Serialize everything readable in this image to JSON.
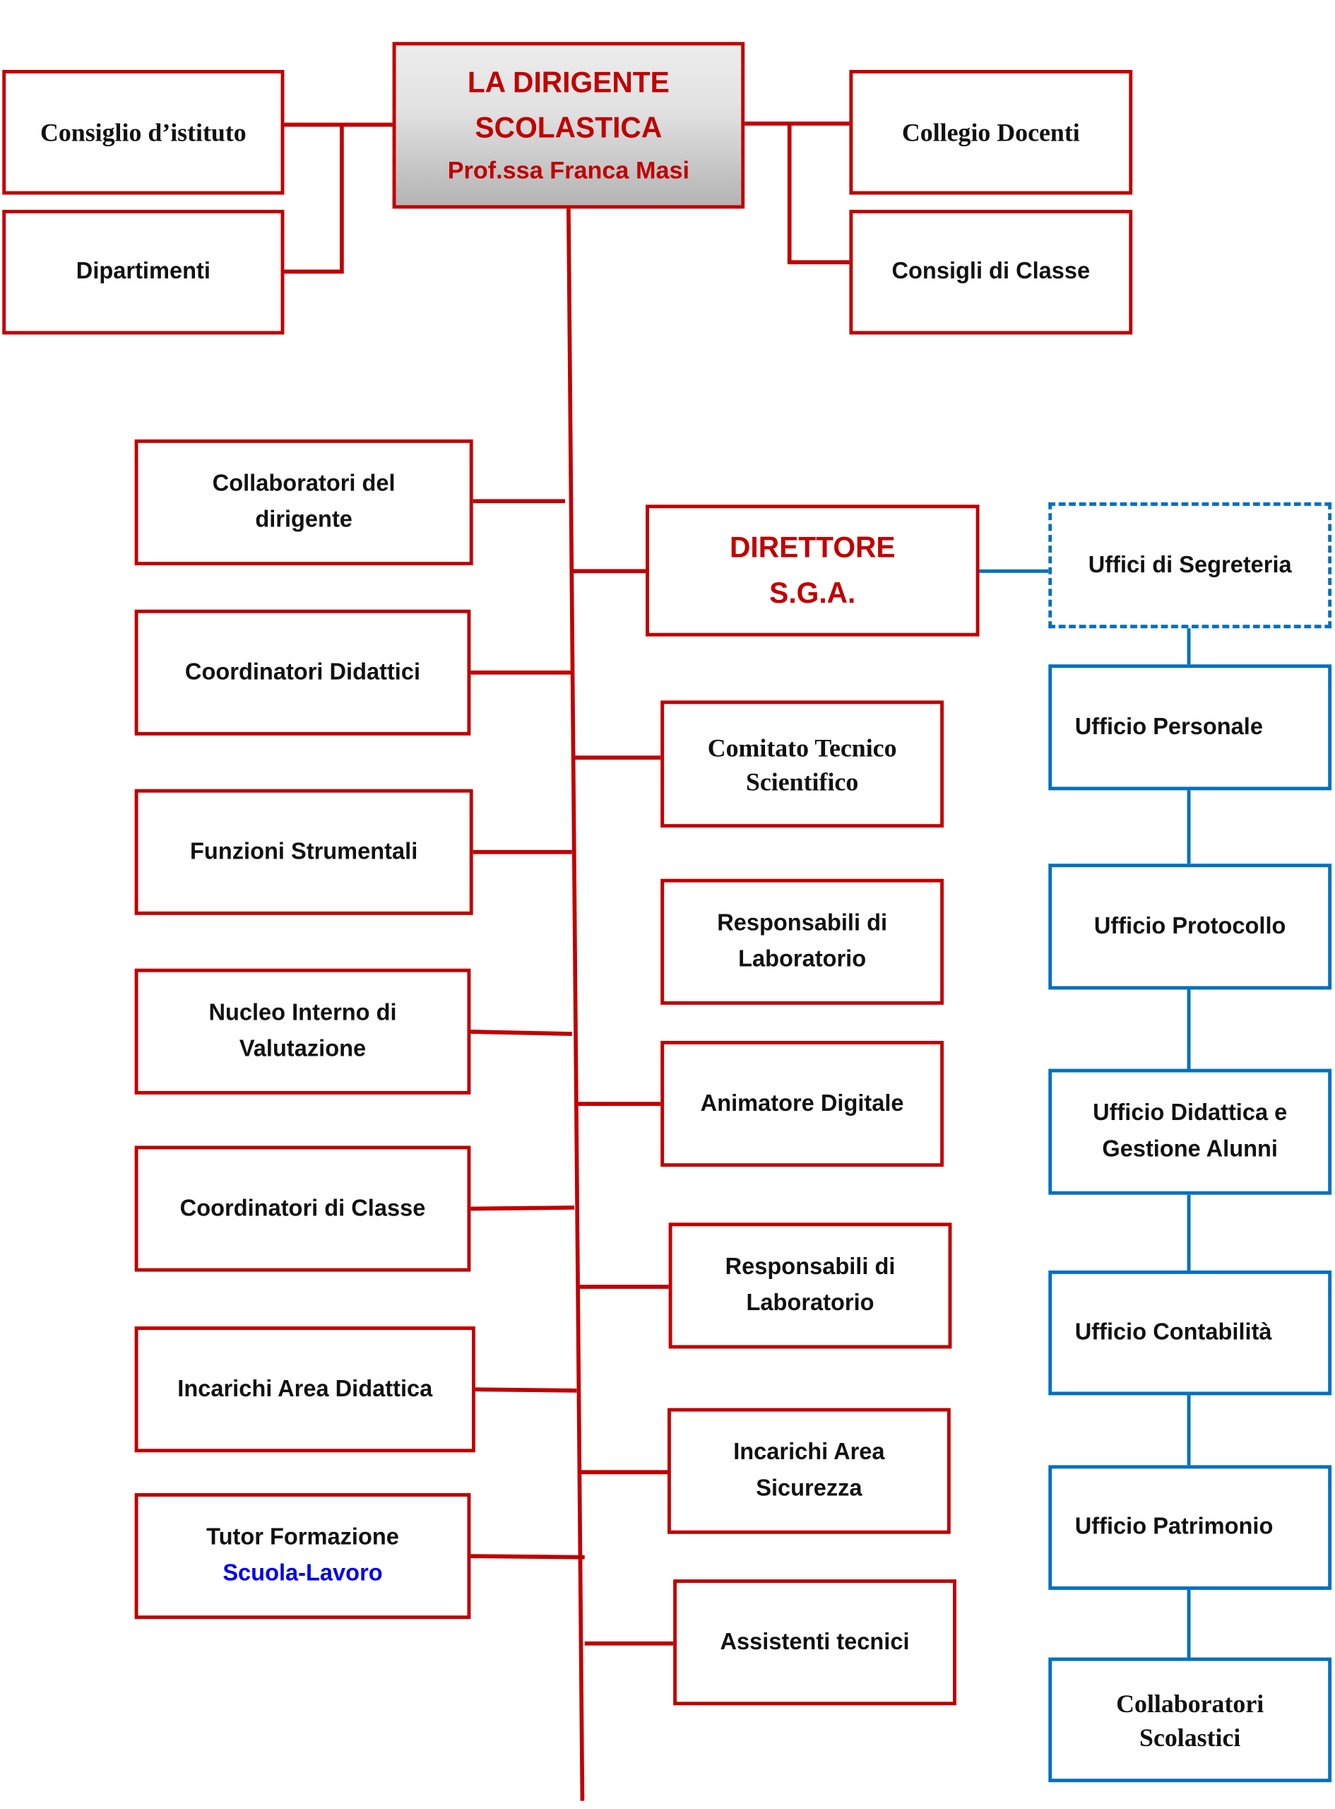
{
  "colors": {
    "red": "#c00000",
    "blue": "#0070c0",
    "link_blue": "#0000ee"
  },
  "head": {
    "line1": "LA DIRIGENTE",
    "line2": "SCOLASTICA",
    "line3": "Prof.ssa Franca Masi"
  },
  "top_left": [
    "Consiglio d’istituto",
    "Dipartimenti"
  ],
  "top_right": [
    "Collegio Docenti",
    "Consigli di Classe"
  ],
  "left_column": [
    {
      "l1": "Collaboratori del",
      "l2": "dirigente"
    },
    {
      "l1": "Coordinatori Didattici"
    },
    {
      "l1": "Funzioni Strumentali"
    },
    {
      "l1": "Nucleo Interno di",
      "l2": "Valutazione"
    },
    {
      "l1": "Coordinatori di Classe"
    },
    {
      "l1": "Incarichi Area Didattica"
    },
    {
      "l1": "Tutor Formazione",
      "l2": "Scuola-Lavoro"
    }
  ],
  "dsga": {
    "l1": "DIRETTORE",
    "l2": "S.G.A."
  },
  "middle_column": [
    {
      "l1": "Comitato Tecnico",
      "l2": "Scientifico"
    },
    {
      "l1": "Responsabili di",
      "l2": "Laboratorio"
    },
    {
      "l1": "Animatore Digitale"
    },
    {
      "l1": "Responsabili di",
      "l2": "Laboratorio"
    },
    {
      "l1": "Incarichi Area",
      "l2": "Sicurezza"
    },
    {
      "l1": "Assistenti tecnici"
    }
  ],
  "offices": {
    "header": "Uffici di Segreteria",
    "items": [
      {
        "l1": "Ufficio Personale"
      },
      {
        "l1": "Ufficio Protocollo"
      },
      {
        "l1": "Ufficio Didattica e",
        "l2": "Gestione Alunni"
      },
      {
        "l1": "Ufficio Contabilità"
      },
      {
        "l1": "Ufficio Patrimonio"
      },
      {
        "l1": "Collaboratori",
        "l2": "Scolastici"
      }
    ]
  }
}
